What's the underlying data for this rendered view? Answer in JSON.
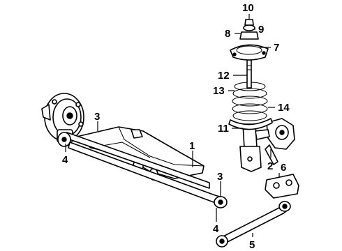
{
  "diagram": {
    "type": "exploded-parts-diagram",
    "subject": "rear suspension assembly",
    "callouts": [
      {
        "id": "c1",
        "label": "1"
      },
      {
        "id": "c2",
        "label": "2"
      },
      {
        "id": "c3a",
        "label": "3"
      },
      {
        "id": "c3b",
        "label": "3"
      },
      {
        "id": "c4a",
        "label": "4"
      },
      {
        "id": "c4b",
        "label": "4"
      },
      {
        "id": "c5",
        "label": "5"
      },
      {
        "id": "c6",
        "label": "6"
      },
      {
        "id": "c7",
        "label": "7"
      },
      {
        "id": "c8",
        "label": "8"
      },
      {
        "id": "c9",
        "label": "9"
      },
      {
        "id": "c10",
        "label": "10"
      },
      {
        "id": "c11",
        "label": "11"
      },
      {
        "id": "c12",
        "label": "12"
      },
      {
        "id": "c13",
        "label": "13"
      },
      {
        "id": "c14",
        "label": "14"
      }
    ]
  }
}
